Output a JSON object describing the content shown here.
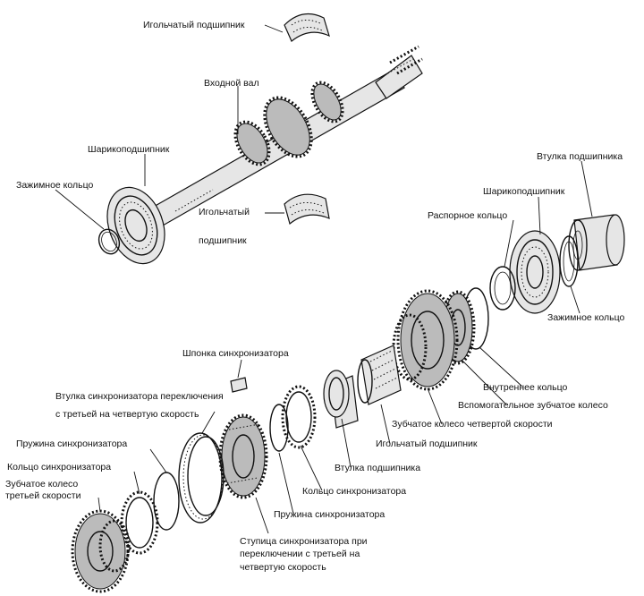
{
  "labels": {
    "needle_bearing_top": "Игольчатый подшипник",
    "input_shaft": "Входной вал",
    "ball_bearing_left": "Шарикоподшипник",
    "snap_ring_left": "Зажимное кольцо",
    "needle_bearing_mid_1": "Игольчатый",
    "needle_bearing_mid_2": "подшипник",
    "bearing_sleeve_right": "Втулка подшипника",
    "ball_bearing_right": "Шарикоподшипник",
    "spacer_ring": "Распорное кольцо",
    "snap_ring_right": "Зажимное кольцо",
    "synchro_key": "Шпонка синхронизатора",
    "synchro_sleeve_1": "Втулка синхронизатора переключения",
    "synchro_sleeve_2": "с третьей на четвертую скорость",
    "synchro_spring_left": "Пружина синхронизатора",
    "synchro_ring_left": "Кольцо синхронизатора",
    "third_gear_1": "Зубчатое колесо",
    "third_gear_2": "третьей скорости",
    "inner_ring": "Внутреннее кольцо",
    "aux_gear": "Вспомогательное зубчатое колесо",
    "fourth_gear": "Зубчатое колесо четвертой скорости",
    "needle_bearing_low": "Игольчатый подшипник",
    "bearing_sleeve_low": "Втулка подшипника",
    "synchro_ring_right": "Кольцо синхронизатора",
    "synchro_spring_right": "Пружина синхронизатора",
    "synchro_hub_1": "Ступица синхронизатора при",
    "synchro_hub_2": "переключении с третьей на",
    "synchro_hub_3": "четвертую скорость"
  }
}
